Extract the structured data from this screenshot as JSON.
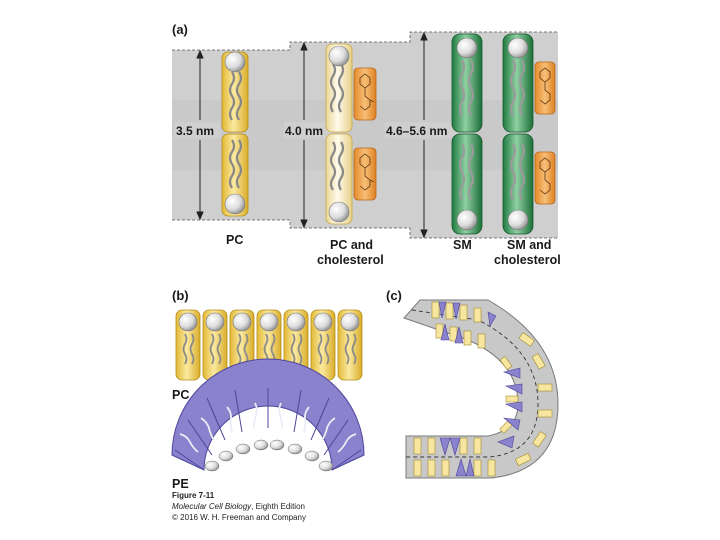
{
  "panels": {
    "a": "(a)",
    "b": "(b)",
    "c": "(c)"
  },
  "panel_a": {
    "measurements": [
      "3.5 nm",
      "4.0 nm",
      "4.6–5.6 nm"
    ],
    "labels": {
      "pc": "PC",
      "pc_chol_1": "PC and",
      "pc_chol_2": "cholesterol",
      "sm": "SM",
      "sm_chol_1": "SM and",
      "sm_chol_2": "cholesterol"
    }
  },
  "panel_b": {
    "top_label": "PC",
    "bottom_label": "PE"
  },
  "caption": {
    "figure": "Figure 7-11",
    "book_title": "Molecular Cell Biology",
    "edition": ", Eighth Edition",
    "copyright": "© 2016 W. H. Freeman and Company"
  },
  "colors": {
    "pc_yellow": "#f3d86a",
    "pc_chol_light": "#f7ecbf",
    "sm_green": "#3f9e5e",
    "cholesterol_orange": "#f0a24b",
    "pe_purple": "#8a82cc",
    "membrane_gray": "#cfcfcf"
  }
}
